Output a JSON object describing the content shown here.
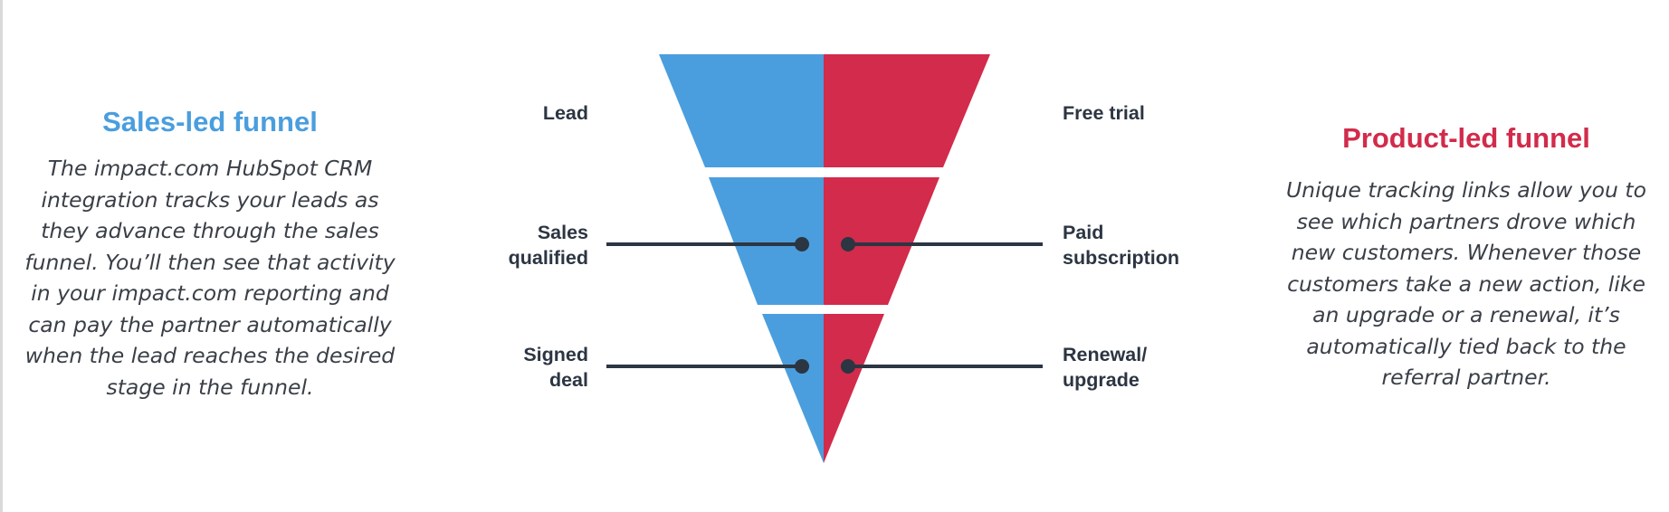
{
  "colors": {
    "sales": "#4a9ede",
    "product": "#d22b4b",
    "connector": "#2c3542",
    "text": "#3a3f47"
  },
  "sales_panel": {
    "title": "Sales-led funnel",
    "body": "The impact.com HubSpot CRM integration tracks your leads as they advance through the sales funnel. You’ll then see that activity in your impact.com reporting and can pay the partner automatically when the lead reaches the desired stage in the funnel."
  },
  "product_panel": {
    "title": "Product-led funnel",
    "body": "Unique tracking links allow you to see which partners drove which new customers. Whenever those customers take a new action, like an upgrade or a renewal, it’s automatically tied back to the referral partner."
  },
  "funnel": {
    "sales_stages": [
      {
        "line1": "Lead",
        "line2": ""
      },
      {
        "line1": "Sales",
        "line2": "qualified"
      },
      {
        "line1": "Signed",
        "line2": "deal"
      }
    ],
    "product_stages": [
      {
        "line1": "Free trial",
        "line2": ""
      },
      {
        "line1": "Paid",
        "line2": "subscription"
      },
      {
        "line1": "Renewal/",
        "line2": "upgrade"
      }
    ]
  }
}
